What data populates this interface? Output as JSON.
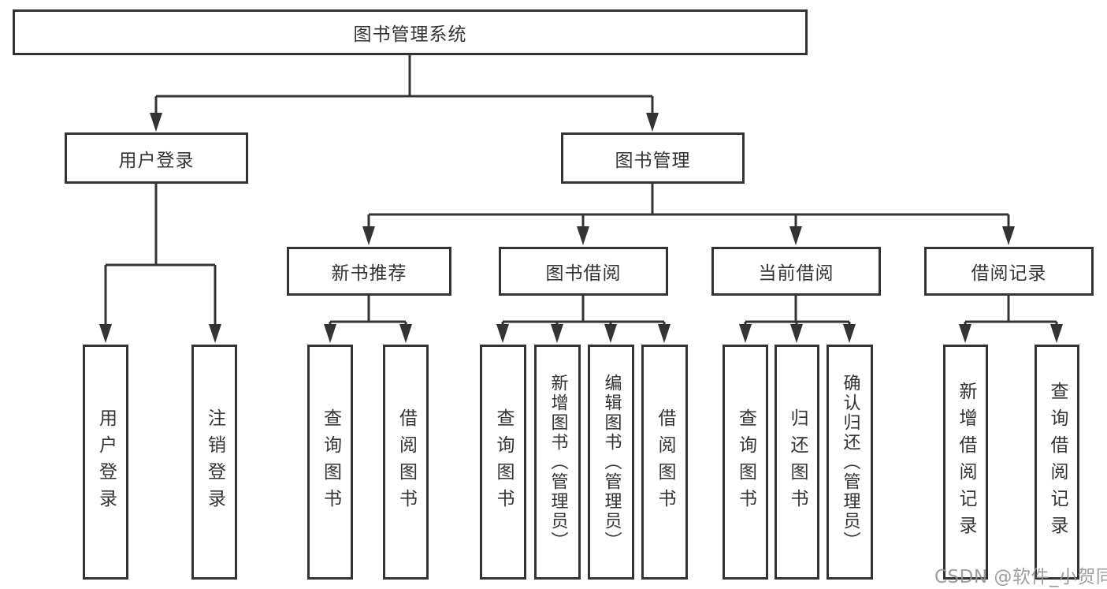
{
  "diagram": {
    "root": {
      "label": "图书管理系统"
    },
    "branches": [
      {
        "label": "用户登录",
        "children": [
          {
            "label": "用户登录"
          },
          {
            "label": "注销登录"
          }
        ]
      },
      {
        "label": "图书管理",
        "children": [
          {
            "label": "新书推荐",
            "children": [
              {
                "label": "查询图书"
              },
              {
                "label": "借阅图书"
              }
            ]
          },
          {
            "label": "图书借阅",
            "children": [
              {
                "label": "查询图书"
              },
              {
                "label": "新增图书（管理员）"
              },
              {
                "label": "编辑图书（管理员）"
              },
              {
                "label": "借阅图书"
              }
            ]
          },
          {
            "label": "当前借阅",
            "children": [
              {
                "label": "查询图书"
              },
              {
                "label": "归还图书"
              },
              {
                "label": "确认归还（管理员）"
              }
            ]
          },
          {
            "label": "借阅记录",
            "children": [
              {
                "label": "新增借阅记录"
              },
              {
                "label": "查询借阅记录"
              }
            ]
          }
        ]
      }
    ]
  },
  "watermark": {
    "text": "CSDN @软件_小贺同学"
  },
  "colors": {
    "line": "#333333",
    "box_border": "#333333",
    "text": "#333333",
    "watermark": "#949494",
    "background": "#ffffff"
  }
}
